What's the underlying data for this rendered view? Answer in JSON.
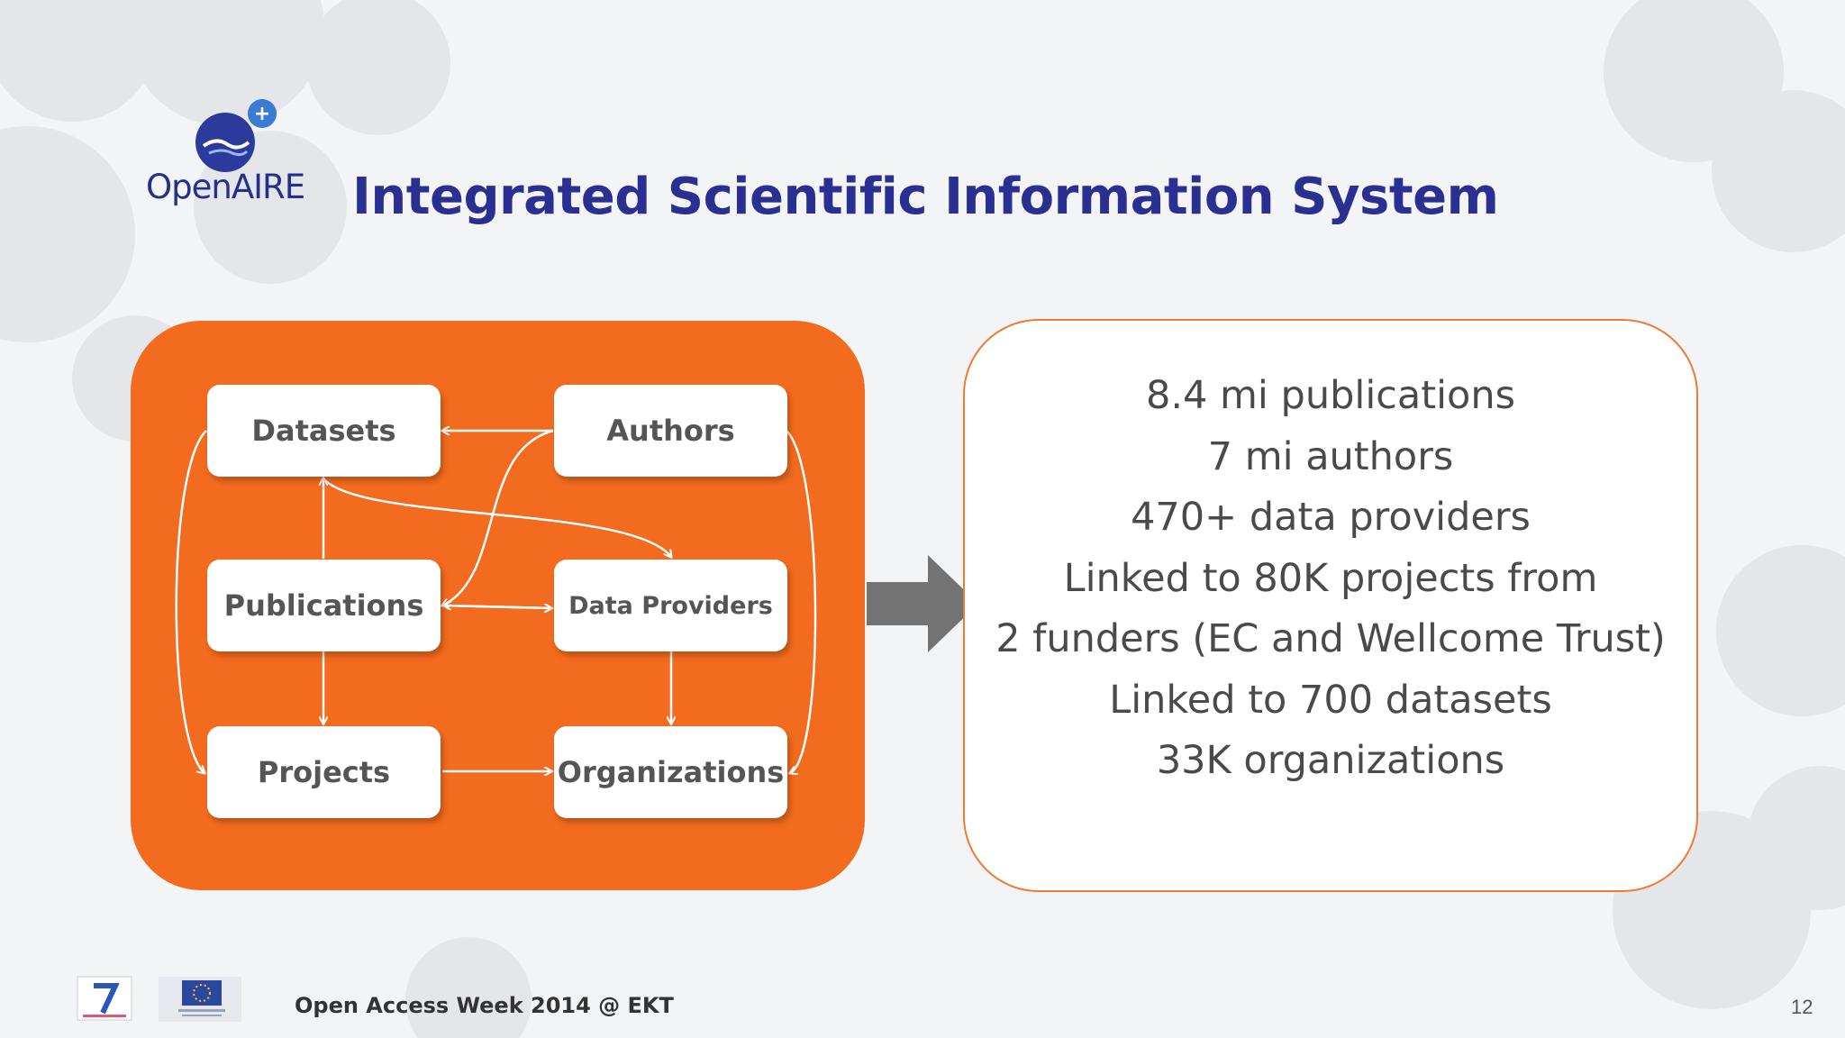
{
  "logo": {
    "text": "OpenAIRE",
    "plus": "+"
  },
  "title": "Integrated Scientific Information System",
  "nodes": {
    "datasets": "Datasets",
    "authors": "Authors",
    "publications": "Publications",
    "data_providers": "Data Providers",
    "projects": "Projects",
    "organizations": "Organizations"
  },
  "stats": [
    "8.4 mi publications",
    "7 mi authors",
    "470+ data providers",
    "Linked to 80K projects from",
    "2 funders (EC and Wellcome Trust)",
    "Linked to 700 datasets",
    "33K organizations"
  ],
  "footer": {
    "event": "Open Access Week 2014 @ EKT",
    "page": "12"
  },
  "colors": {
    "title": "#2a2f91",
    "panel": "#f36b1e",
    "arrow": "#737373"
  }
}
